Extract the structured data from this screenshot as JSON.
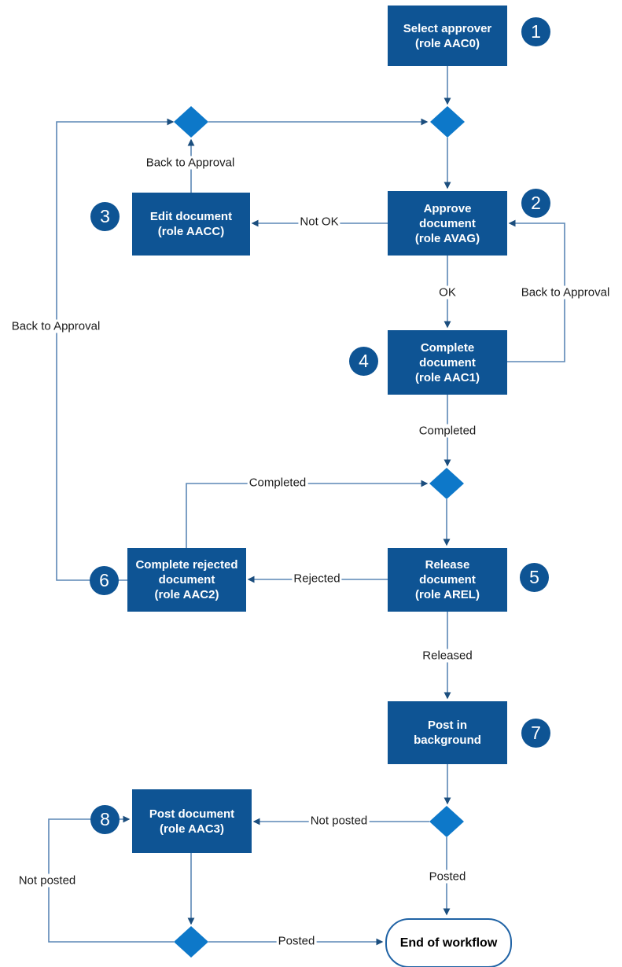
{
  "colors": {
    "node_fill": "#0e5494",
    "node_text": "#ffffff",
    "decision_fill": "#0d78c9",
    "connector": "#5b87b5",
    "arrowhead": "#1b4e7e",
    "terminator_border": "#2063a5",
    "label_text": "#1a1a1a"
  },
  "nodes": [
    {
      "id": "select-approver",
      "label": "Select approver\n(role AAC0)",
      "badge": "1"
    },
    {
      "id": "approve-document",
      "label": "Approve\ndocument\n(role AVAG)",
      "badge": "2"
    },
    {
      "id": "edit-document",
      "label": "Edit document\n(role AACC)",
      "badge": "3"
    },
    {
      "id": "complete-document",
      "label": "Complete\ndocument\n(role AAC1)",
      "badge": "4"
    },
    {
      "id": "release-document",
      "label": "Release\ndocument\n(role AREL)",
      "badge": "5"
    },
    {
      "id": "complete-rejected-document",
      "label": "Complete rejected\ndocument\n(role AAC2)",
      "badge": "6"
    },
    {
      "id": "post-in-background",
      "label": "Post in\nbackground",
      "badge": "7"
    },
    {
      "id": "post-document",
      "label": "Post document\n(role AAC3)",
      "badge": "8"
    }
  ],
  "terminator": {
    "label": "End of workflow"
  },
  "edge_labels": {
    "back_to_approval_edit": "Back to Approval",
    "not_ok": "Not OK",
    "ok": "OK",
    "back_to_approval_right": "Back to Approval",
    "completed_vertical": "Completed",
    "completed_horizontal": "Completed",
    "rejected": "Rejected",
    "back_to_approval_left": "Back to Approval",
    "released": "Released",
    "not_posted_horizontal": "Not posted",
    "posted_vertical": "Posted",
    "not_posted_left": "Not posted",
    "posted_horizontal": "Posted"
  }
}
